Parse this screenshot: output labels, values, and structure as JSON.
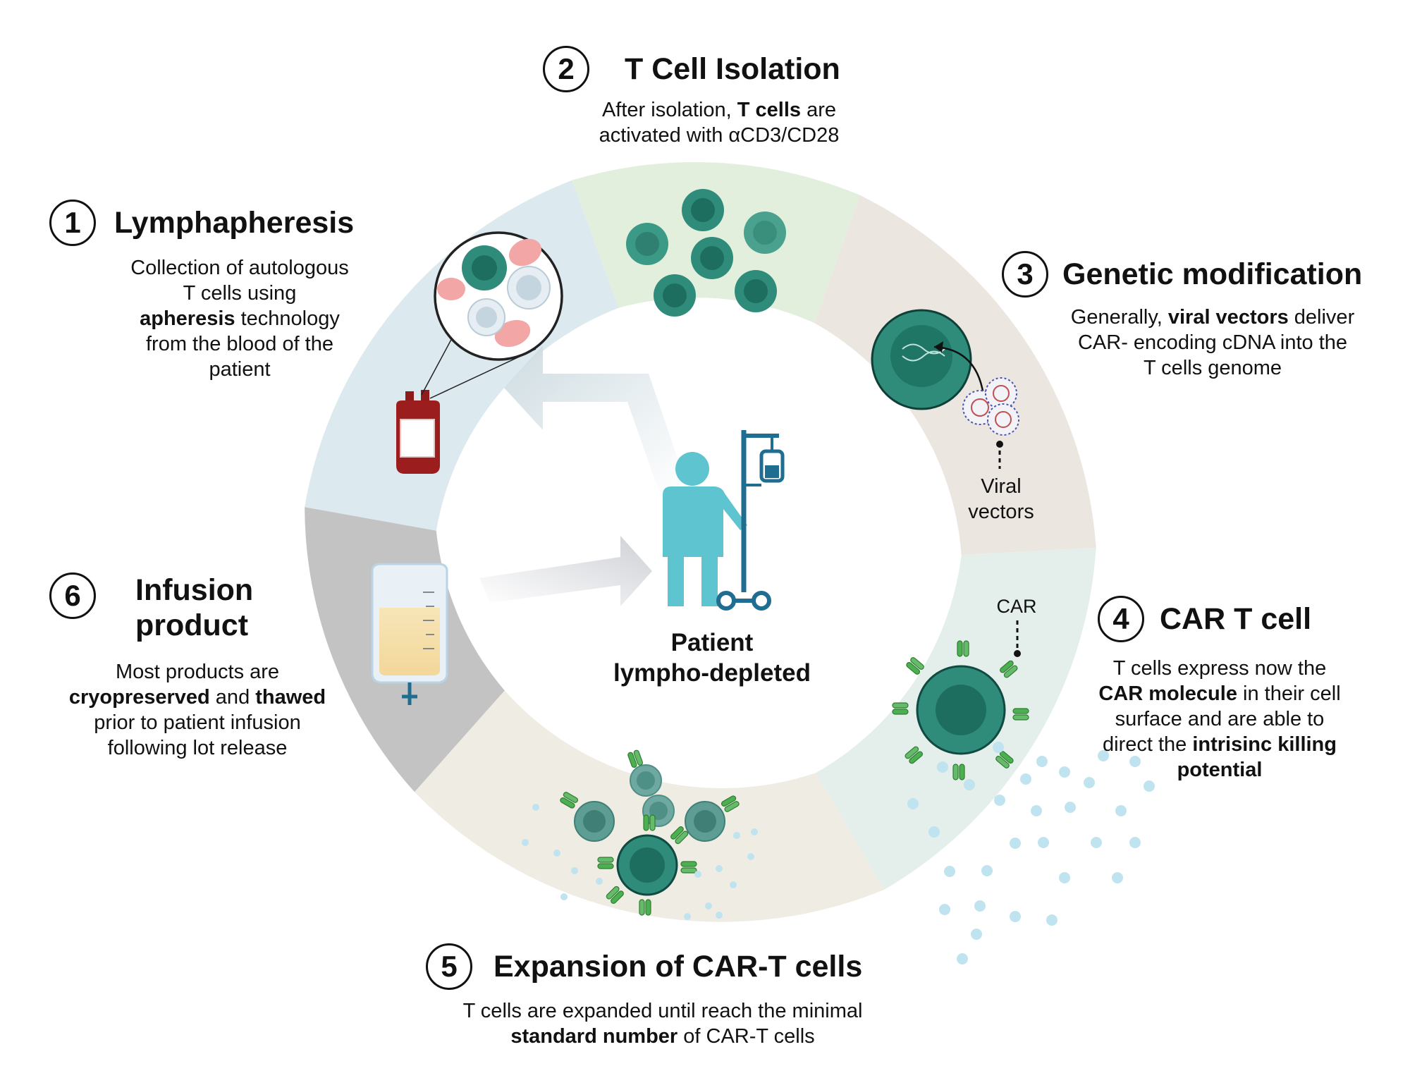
{
  "center": {
    "line1": "Patient",
    "line2": "lympho-depleted"
  },
  "steps": [
    {
      "number": "1",
      "title": "Lymphapheresis",
      "description": [
        [
          "Collection of autologous"
        ],
        [
          "T cells using"
        ],
        [
          "|apheresis|",
          " technology"
        ],
        [
          "from the blood of the"
        ],
        [
          "patient"
        ]
      ]
    },
    {
      "number": "2",
      "title": "T Cell Isolation",
      "description": [
        [
          "After isolation, ",
          "|T cells|",
          " are"
        ],
        [
          "activated with αCD3/CD28"
        ]
      ]
    },
    {
      "number": "3",
      "title": "Genetic modification",
      "description": [
        [
          "Generally, ",
          "|viral vectors|",
          " deliver"
        ],
        [
          "CAR- encoding cDNA into the"
        ],
        [
          "T cells genome"
        ]
      ]
    },
    {
      "number": "4",
      "title": "CAR T cell",
      "description": [
        [
          "T cells express now the"
        ],
        [
          "|CAR molecule|",
          " in their cell"
        ],
        [
          "surface and are able to"
        ],
        [
          "direct the ",
          "|intrisinc killing|"
        ],
        [
          "|potential|"
        ]
      ]
    },
    {
      "number": "5",
      "title": "Expansion of CAR-T cells",
      "description": [
        [
          "T cells are expanded until reach the minimal"
        ],
        [
          "|standard number|",
          " of CAR-T cells"
        ]
      ]
    },
    {
      "number": "6",
      "title_line1": "Infusion",
      "title_line2": "product",
      "description": [
        [
          "Most products are"
        ],
        [
          "|cryopreserved|",
          " and ",
          "|thawed|"
        ],
        [
          "prior to patient infusion"
        ],
        [
          "following lot release"
        ]
      ]
    }
  ],
  "labels": {
    "viral_vectors_1": "Viral",
    "viral_vectors_2": "vectors",
    "car": "CAR"
  },
  "colors": {
    "seg_lymph": "#dce9ef",
    "seg_isolation": "#e2efdc",
    "seg_genetic": "#ece6e1",
    "seg_car": "#e4efec",
    "seg_expansion": "#efece3",
    "seg_infusion": "#c3c3c3",
    "cell_teal": "#2f8c7a",
    "cell_dark": "#1d6e5e",
    "patient": "#5ec4cf",
    "iv_pole": "#1f6e92",
    "receptor_green": "#4caf50",
    "dot_blue": "#bfe3ef"
  }
}
